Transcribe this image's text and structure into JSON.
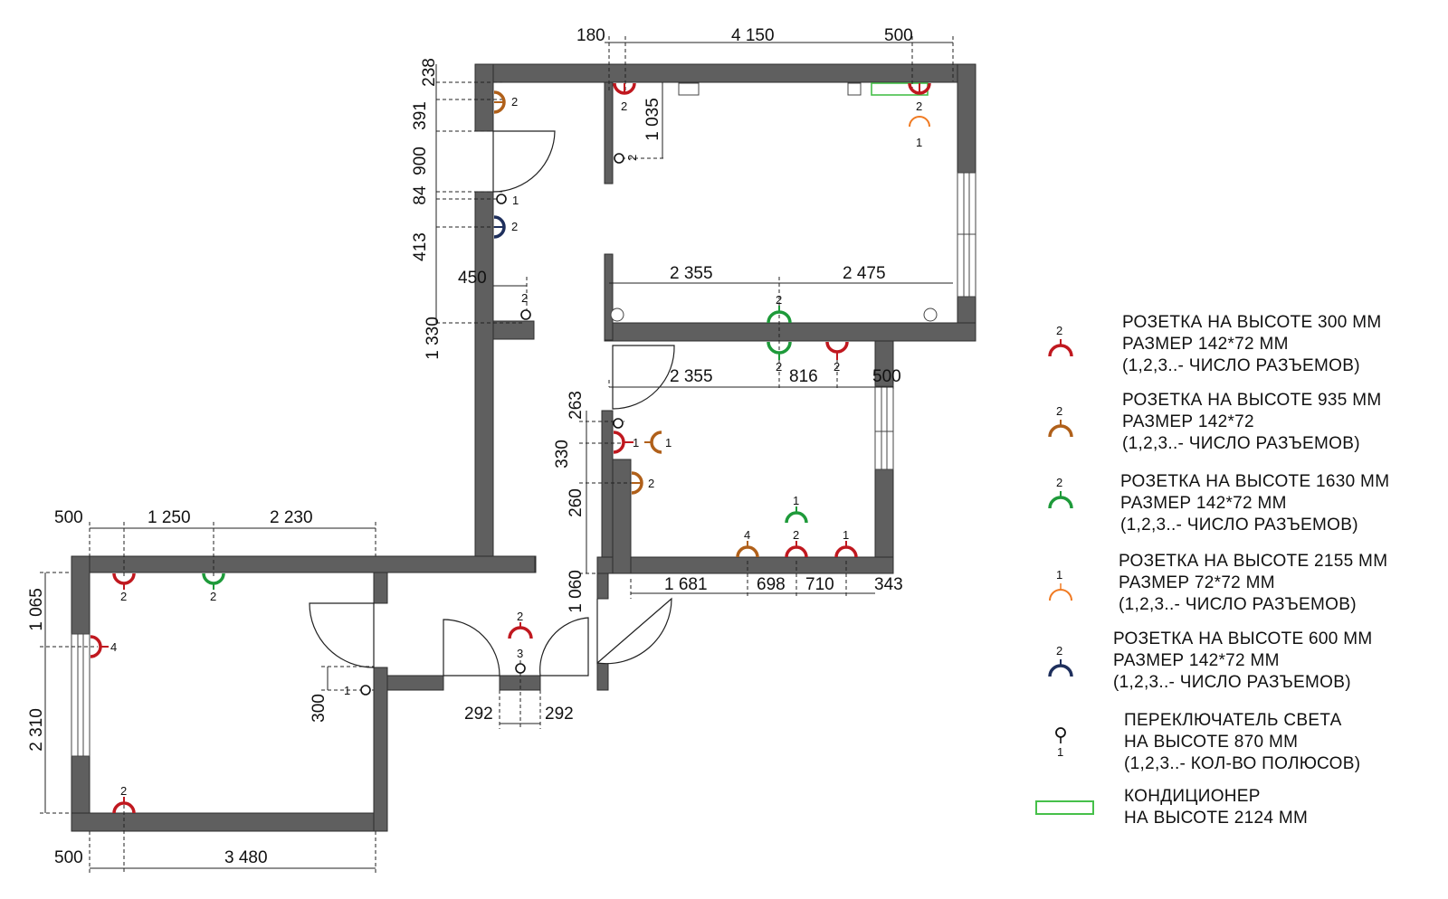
{
  "colors": {
    "wall": "#5f5f5f",
    "socket_300": "#c0181f",
    "socket_935": "#b0601a",
    "socket_1630": "#1e9a3a",
    "socket_2155": "#f07a22",
    "socket_600": "#1e2f5c",
    "switch": "#111111",
    "conditioner": "#46c04a"
  },
  "dims": {
    "d180": "180",
    "d4150": "4 150",
    "d500a": "500",
    "d238": "238",
    "d391": "391",
    "d900": "900",
    "d84": "84",
    "d413": "413",
    "d450": "450",
    "d1330": "1 330",
    "d1035": "1 035",
    "d2355a": "2 355",
    "d2475": "2 475",
    "d2355b": "2 355",
    "d816": "816",
    "d500b": "500",
    "d263": "263",
    "d330": "330",
    "d260": "260",
    "d1060": "1 060",
    "d1681": "1 681",
    "d698": "698",
    "d710": "710",
    "d343": "343",
    "d500c": "500",
    "d1250": "1 250",
    "d2230": "2 230",
    "d1065": "1 065",
    "d2310": "2 310",
    "d500d": "500",
    "d3480": "3 480",
    "d300": "300",
    "d292a": "292",
    "d292b": "292"
  },
  "marks": {
    "m1": "2",
    "m2": "2",
    "m3": "2",
    "m4": "1",
    "m5": "2",
    "m6": "1",
    "m7": "2",
    "m8": "2",
    "m9": "2",
    "m10": "2",
    "m11": "2",
    "m12": "2",
    "m13": "1",
    "m14": "1",
    "m15": "2",
    "m16": "4",
    "m17": "2",
    "m18": "1",
    "m19": "1",
    "m20": "2",
    "m21": "2",
    "m22": "4",
    "m23": "2",
    "m24": "2",
    "m25": "3",
    "m26": "1",
    "m27": "2"
  },
  "legend": [
    {
      "num": "2",
      "lines": [
        "РОЗЕТКА НА ВЫСОТЕ 300 ММ",
        "РАЗМЕР 142*72 ММ",
        "(1,2,3..- ЧИСЛО РАЗЪЕМОВ)"
      ]
    },
    {
      "num": "2",
      "lines": [
        "РОЗЕТКА НА ВЫСОТЕ 935 ММ",
        "РАЗМЕР 142*72",
        "(1,2,3..- ЧИСЛО РАЗЪЕМОВ)"
      ]
    },
    {
      "num": "2",
      "lines": [
        "РОЗЕТКА НА ВЫСОТЕ 1630 ММ",
        "РАЗМЕР 142*72 ММ",
        "(1,2,3..- ЧИСЛО РАЗЪЕМОВ)"
      ]
    },
    {
      "num": "1",
      "lines": [
        "РОЗЕТКА НА ВЫСОТЕ 2155 ММ",
        "РАЗМЕР 72*72 ММ",
        "(1,2,3..- ЧИСЛО РАЗЪЕМОВ)"
      ]
    },
    {
      "num": "2",
      "lines": [
        "РОЗЕТКА НА ВЫСОТЕ 600 ММ",
        "РАЗМЕР 142*72 ММ",
        "(1,2,3..- ЧИСЛО РАЗЪЕМОВ)"
      ]
    },
    {
      "num": "1",
      "lines": [
        "ПЕРЕКЛЮЧАТЕЛЬ СВЕТА",
        "НА ВЫСОТЕ 870 ММ",
        "(1,2,3..- КОЛ-ВО ПОЛЮСОВ)"
      ]
    },
    {
      "lines": [
        "КОНДИЦИОНЕР",
        "НА ВЫСОТЕ 2124 ММ"
      ]
    }
  ]
}
